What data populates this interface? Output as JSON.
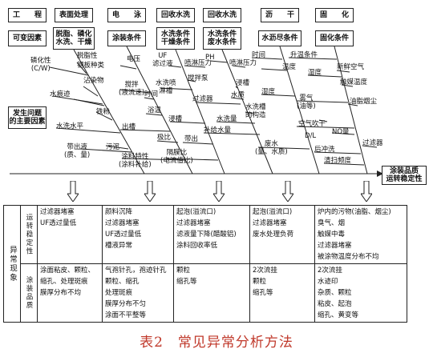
{
  "header": {
    "processes": [
      "工　　程",
      "表面处理",
      "电　　泳",
      "回收水洗",
      "回收水洗",
      "沥　　干",
      "固　　化"
    ],
    "variables_label": "可变因素",
    "variables": [
      "脱脂、磷化\n水洗、干燥",
      "涂装条件",
      "水洗条件\n干燥条件",
      "水洗条件\n废水条件",
      "水沥尽条件",
      "固化条件"
    ]
  },
  "spine": {
    "problem_label": "发生问题\n的主要因素",
    "target": "涂装品质\n运转稳定性"
  },
  "bone_labels": {
    "s1": [
      "磷化性\n(C/W)",
      "脱脂性",
      "钢板种类",
      "沾染物",
      "水痕迹",
      "铁粉",
      "水洗水平",
      "带出液\n(质、量)",
      "污泥"
    ],
    "s2": [
      "电压",
      "搅拌\n(液流速)",
      "时间",
      "浴温",
      "出槽",
      "极比",
      "涂料特性\n(涂料补给)"
    ],
    "s3": [
      "UF\n滤过液",
      "喷淋压力",
      "水洗喷\n淋槽",
      "搅拌泵",
      "浸槽",
      "带出",
      "隔膜比\n(电流值比)"
    ],
    "s4": [
      "PH",
      "喷淋压力",
      "过滤器",
      "浸槽",
      "水质",
      "水洗槽\n的构造",
      "水洗量",
      "补给水量"
    ],
    "s5": [
      "时间",
      "温度",
      "湿度",
      "废水\n(量、水质)"
    ],
    "s6": [
      "升温条件",
      "湿度",
      "雾气\n(油等)",
      "空气吹干",
      "D/L",
      "NO量",
      "后冲洗",
      "清扫频度"
    ],
    "s7": [
      "新鲜空气",
      "触媒温度",
      "油脂烟尘",
      "过滤器"
    ]
  },
  "table": {
    "row_label": "异常现象",
    "sub1": "运转稳定性",
    "sub2": "涂装品质",
    "stability": [
      [
        "过滤器堵塞",
        "UF透过量低"
      ],
      [
        "颜料沉降",
        "过滤器堵塞",
        "UF透过量低",
        "槽液异常"
      ],
      [
        "起泡(溢流口)",
        "过滤器堵塞",
        "滤液量下降(醋酸铝)",
        "涂料回收率低"
      ],
      [
        "起泡(溢流口)",
        "过滤器堵塞",
        "废水处理负荷"
      ],
      [
        "炉内的污物(油脂、烟尘)",
        "臭气、烟",
        "触媒中毒",
        "过滤器堵塞",
        "被涂物温度分布不均"
      ]
    ],
    "quality": [
      [
        "涂面粘皮、颗粒、",
        "缩孔、处理斑痕",
        "膜厚分布不均"
      ],
      [
        "气孢针孔，孢迹针孔",
        "颗粒、缩孔",
        "处理斑痕",
        "膜厚分布不匀",
        "涂面不平整等"
      ],
      [
        "颗粒",
        "缩孔等"
      ],
      [
        "2次流挂",
        "颗粒",
        "缩孔等"
      ],
      [
        "2次流挂",
        "水迹印",
        "杂质、颗粒",
        "粘皮、起泡",
        "缩孔、黄变等"
      ]
    ]
  },
  "caption": "表2　常见异常分析方法"
}
